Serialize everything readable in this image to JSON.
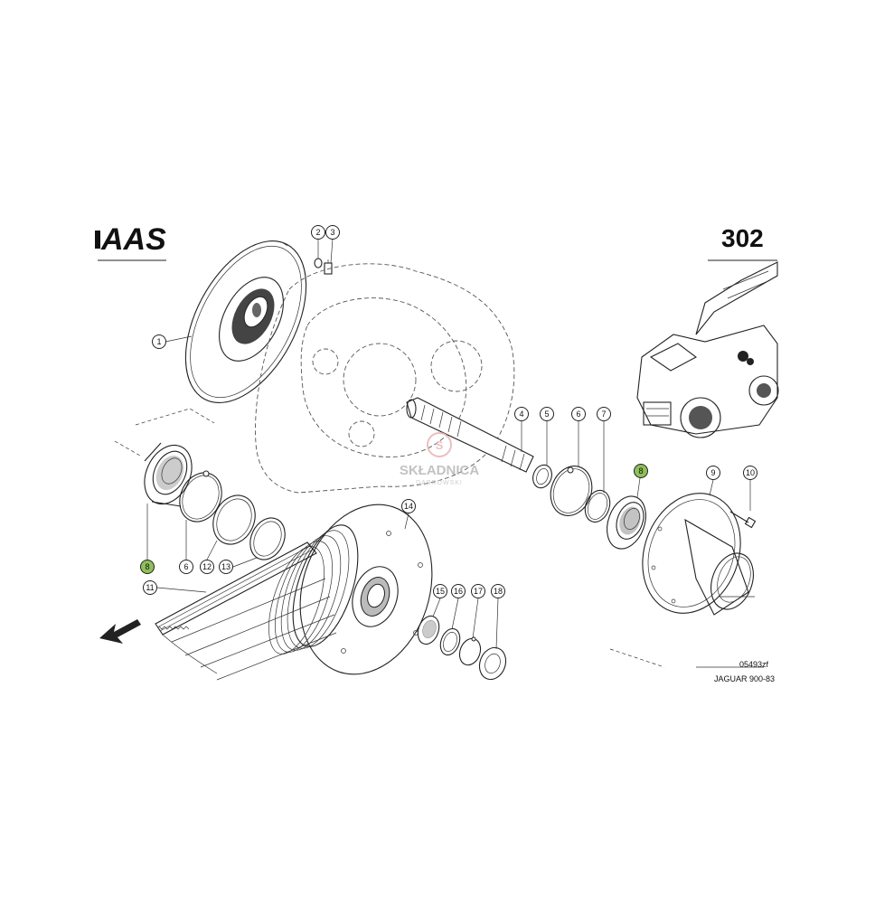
{
  "header": {
    "brand": "AAS",
    "page_number": "302"
  },
  "footer": {
    "drawing_code": "05493zf",
    "model": "JAGUAR 900-83"
  },
  "watermark": {
    "name": "SKŁADNICA",
    "sub": "DĄBROWSKI"
  },
  "callouts": {
    "c1": "1",
    "c2": "2",
    "c3": "3",
    "c4": "4",
    "c5": "5",
    "c6a": "6",
    "c7": "7",
    "c8a": "8",
    "c9": "9",
    "c10": "10",
    "c8b": "8",
    "c6b": "6",
    "c12": "12",
    "c13": "13",
    "c11": "11",
    "c14": "14",
    "c15": "15",
    "c16": "16",
    "c17": "17",
    "c18": "18"
  },
  "highlight_color": "#8fbf5a"
}
